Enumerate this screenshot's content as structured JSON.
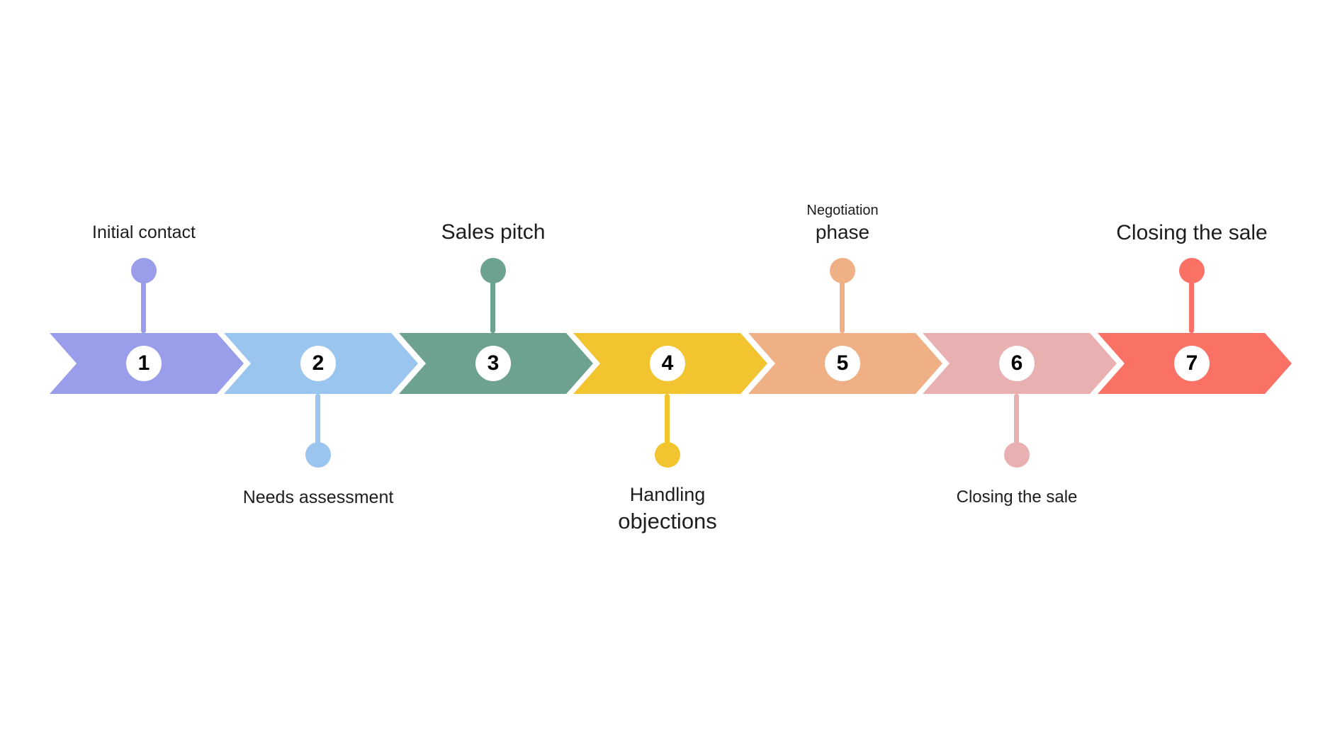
{
  "diagram": {
    "type": "process-timeline",
    "background": "#ffffff",
    "text_color": "#1d1d1f",
    "step_count": 7,
    "steps": [
      {
        "number": "1",
        "label": "Initial contact",
        "line1": "Initial contact",
        "line2": "",
        "color": "#9A9DE9",
        "label_position": "above"
      },
      {
        "number": "2",
        "label": "Needs assessment",
        "line1": "Needs assessment",
        "line2": "",
        "color": "#9AC5EF",
        "label_position": "below"
      },
      {
        "number": "3",
        "label": "Sales pitch",
        "line1": "Sales pitch",
        "line2": "",
        "color": "#6CA28F",
        "label_position": "above"
      },
      {
        "number": "4",
        "label": "Handling objections",
        "line1": "Handling",
        "line2": "objections",
        "color": "#F2C42F",
        "label_position": "below"
      },
      {
        "number": "5",
        "label": "Negotiation phase",
        "line1": "Negotiation",
        "line2": "phase",
        "color": "#F0B086",
        "label_position": "above"
      },
      {
        "number": "6",
        "label": "Closing the sale",
        "line1": "Closing the sale",
        "line2": "",
        "color": "#E9B0B2",
        "label_position": "below"
      },
      {
        "number": "7",
        "label": "Closing the sale",
        "line1": "Closing the sale",
        "line2": "",
        "color": "#FA7165",
        "label_position": "above"
      }
    ]
  }
}
